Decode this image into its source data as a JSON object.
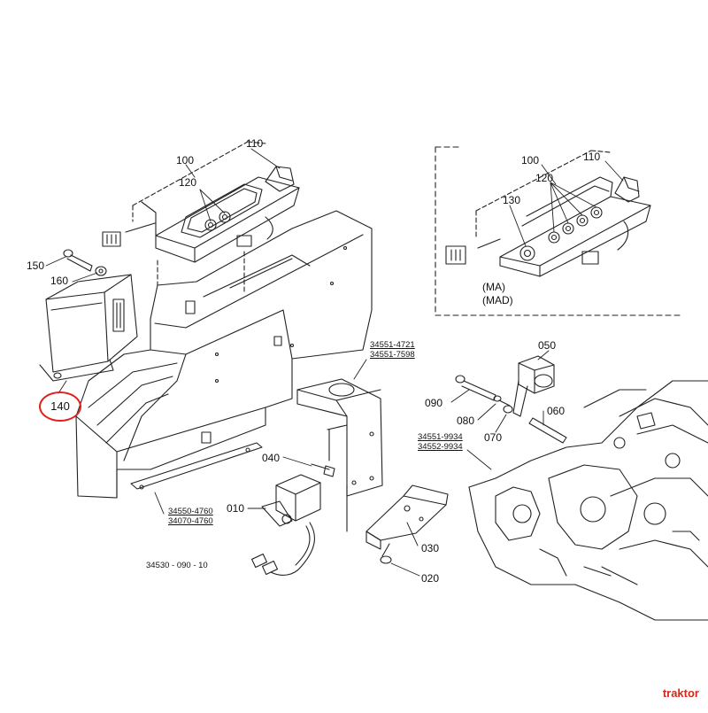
{
  "parts": {
    "p010": "010",
    "p020": "020",
    "p030": "030",
    "p040": "040",
    "p050": "050",
    "p060": "060",
    "p070": "070",
    "p080": "080",
    "p090": "090",
    "p100": "100",
    "p110": "110",
    "p120": "120",
    "p130": "130",
    "p140": "140",
    "p150": "150",
    "p160": "160"
  },
  "inset_variant": [
    "(MA)",
    "(MAD)"
  ],
  "codes": {
    "frame": [
      "34550-4760",
      "34070-4760"
    ],
    "bracket": [
      "34551-4721",
      "34551-7598"
    ],
    "transmission": [
      "34551-9934",
      "34552-9934"
    ]
  },
  "drawing_number": "34530 - 090 - 10",
  "highlight_color": "#e0211c",
  "watermark": "traktor",
  "watermark_color": "#d22a1e"
}
